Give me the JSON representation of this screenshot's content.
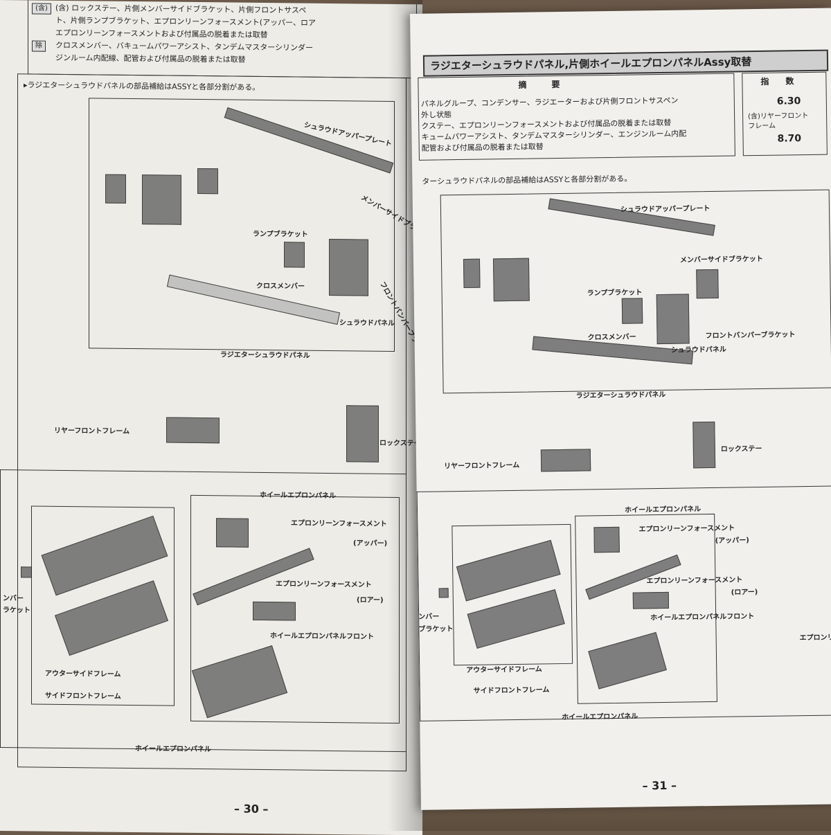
{
  "left_page": {
    "note_line1": "(含) ロックステー、片側メンバーサイドブラケット、片側フロントサスペ",
    "note_line2": "ト、片側ランプブラケット、エプロンリーンフォースメント(アッパー、ロア",
    "note_line3": "エプロンリーンフォースメントおよび付属品の脱着または取替",
    "note_line4": "クロスメンバー、バキュームパワーアシスト、タンデムマスターシリンダー",
    "note_line5": "ジンルーム内配線、配管および付属品の脱着または取替",
    "tag_incl": "(含)",
    "tag_excl": "除",
    "supply_note": "▸ラジエターシュラウドパネルの部品補給はASSYと各部分割がある。",
    "labels": {
      "upper_plate": "シュラウドアッパープレート",
      "member_side_bracket": "メンバーサイドブラケット",
      "lamp_bracket": "ランプブラケット",
      "cross_member": "クロスメンバー",
      "front_bumper_bracket": "フロントバンパーブラケット",
      "shroud_panel": "シュラウドパネル",
      "radiator_shroud_panel": "ラジエターシュラウドパネル",
      "rear_front_frame": "リヤーフロントフレーム",
      "lock_stay": "ロックステー",
      "wheel_apron_panel_top": "ホイールエプロンパネル",
      "apron_reinf_upper": "エプロンリーンフォースメント",
      "upper_paren": "(アッパー)",
      "apron_reinf_lower": "エプロンリーンフォースメント",
      "lower_paren": "(ロアー)",
      "wheel_apron_front": "ホイールエプロンパネルフロント",
      "member": "ンバー",
      "bracket": "ラケット",
      "outer_side_frame": "アウターサイドフレーム",
      "side_front_frame": "サイドフロントフレーム",
      "wheel_apron_panel_bottom": "ホイールエプロンパネル"
    },
    "page_number": "– 30 –"
  },
  "right_page": {
    "title": "ラジエターシュラウドパネル,片側ホイールエプロンパネルAssy取替",
    "header_summary": "摘　　　要",
    "header_index": "指　　数",
    "summary_lines": [
      "パネルグループ、コンデンサー、ラジエーターおよび片側フロントサスペン",
      "外し状態",
      "クステー、エプロンリーンフォースメントおよび付属品の脱着または取替",
      "キュームパワーアシスト、タンデムマスターシリンダー、エンジンルーム内配",
      "配管および付属品の脱着または取替"
    ],
    "index_value1": "6.30",
    "index_note": "(含)リヤーフロント",
    "index_note2": "フレーム",
    "index_value2": "8.70",
    "supply_note": "ターシュラウドパネルの部品補給はASSYと各部分割がある。",
    "labels": {
      "upper_plate": "シュラウドアッパープレート",
      "member_side_bracket": "メンバーサイドブラケット",
      "lamp_bracket": "ランプブラケット",
      "cross_member": "クロスメンバー",
      "front_bumper_bracket": "フロントバンパーブラケット",
      "shroud_panel": "シュラウドパネル",
      "radiator_shroud_panel": "ラジエターシュラウドパネル",
      "lock_stay": "ロックステー",
      "rear_front_frame": "リヤーフロントフレーム",
      "wheel_apron_panel_top": "ホイールエプロンパネル",
      "apron_reinf_upper": "エプロンリーンフォースメント",
      "upper_paren": "(アッパー)",
      "apron_reinf_lower": "エプロンリーンフォースメント",
      "lower_paren": "(ロアー)",
      "wheel_apron_front": "ホイールエプロンパネルフロント",
      "member": "ンバー",
      "bracket": "ブラケット",
      "outer_side_frame": "アウターサイドフレーム",
      "side_front_frame": "サイドフロントフレーム",
      "wheel_apron_panel_bottom": "ホイールエプロンパネル",
      "apron_cut": "エプロンリー"
    },
    "page_number": "– 31 –"
  }
}
